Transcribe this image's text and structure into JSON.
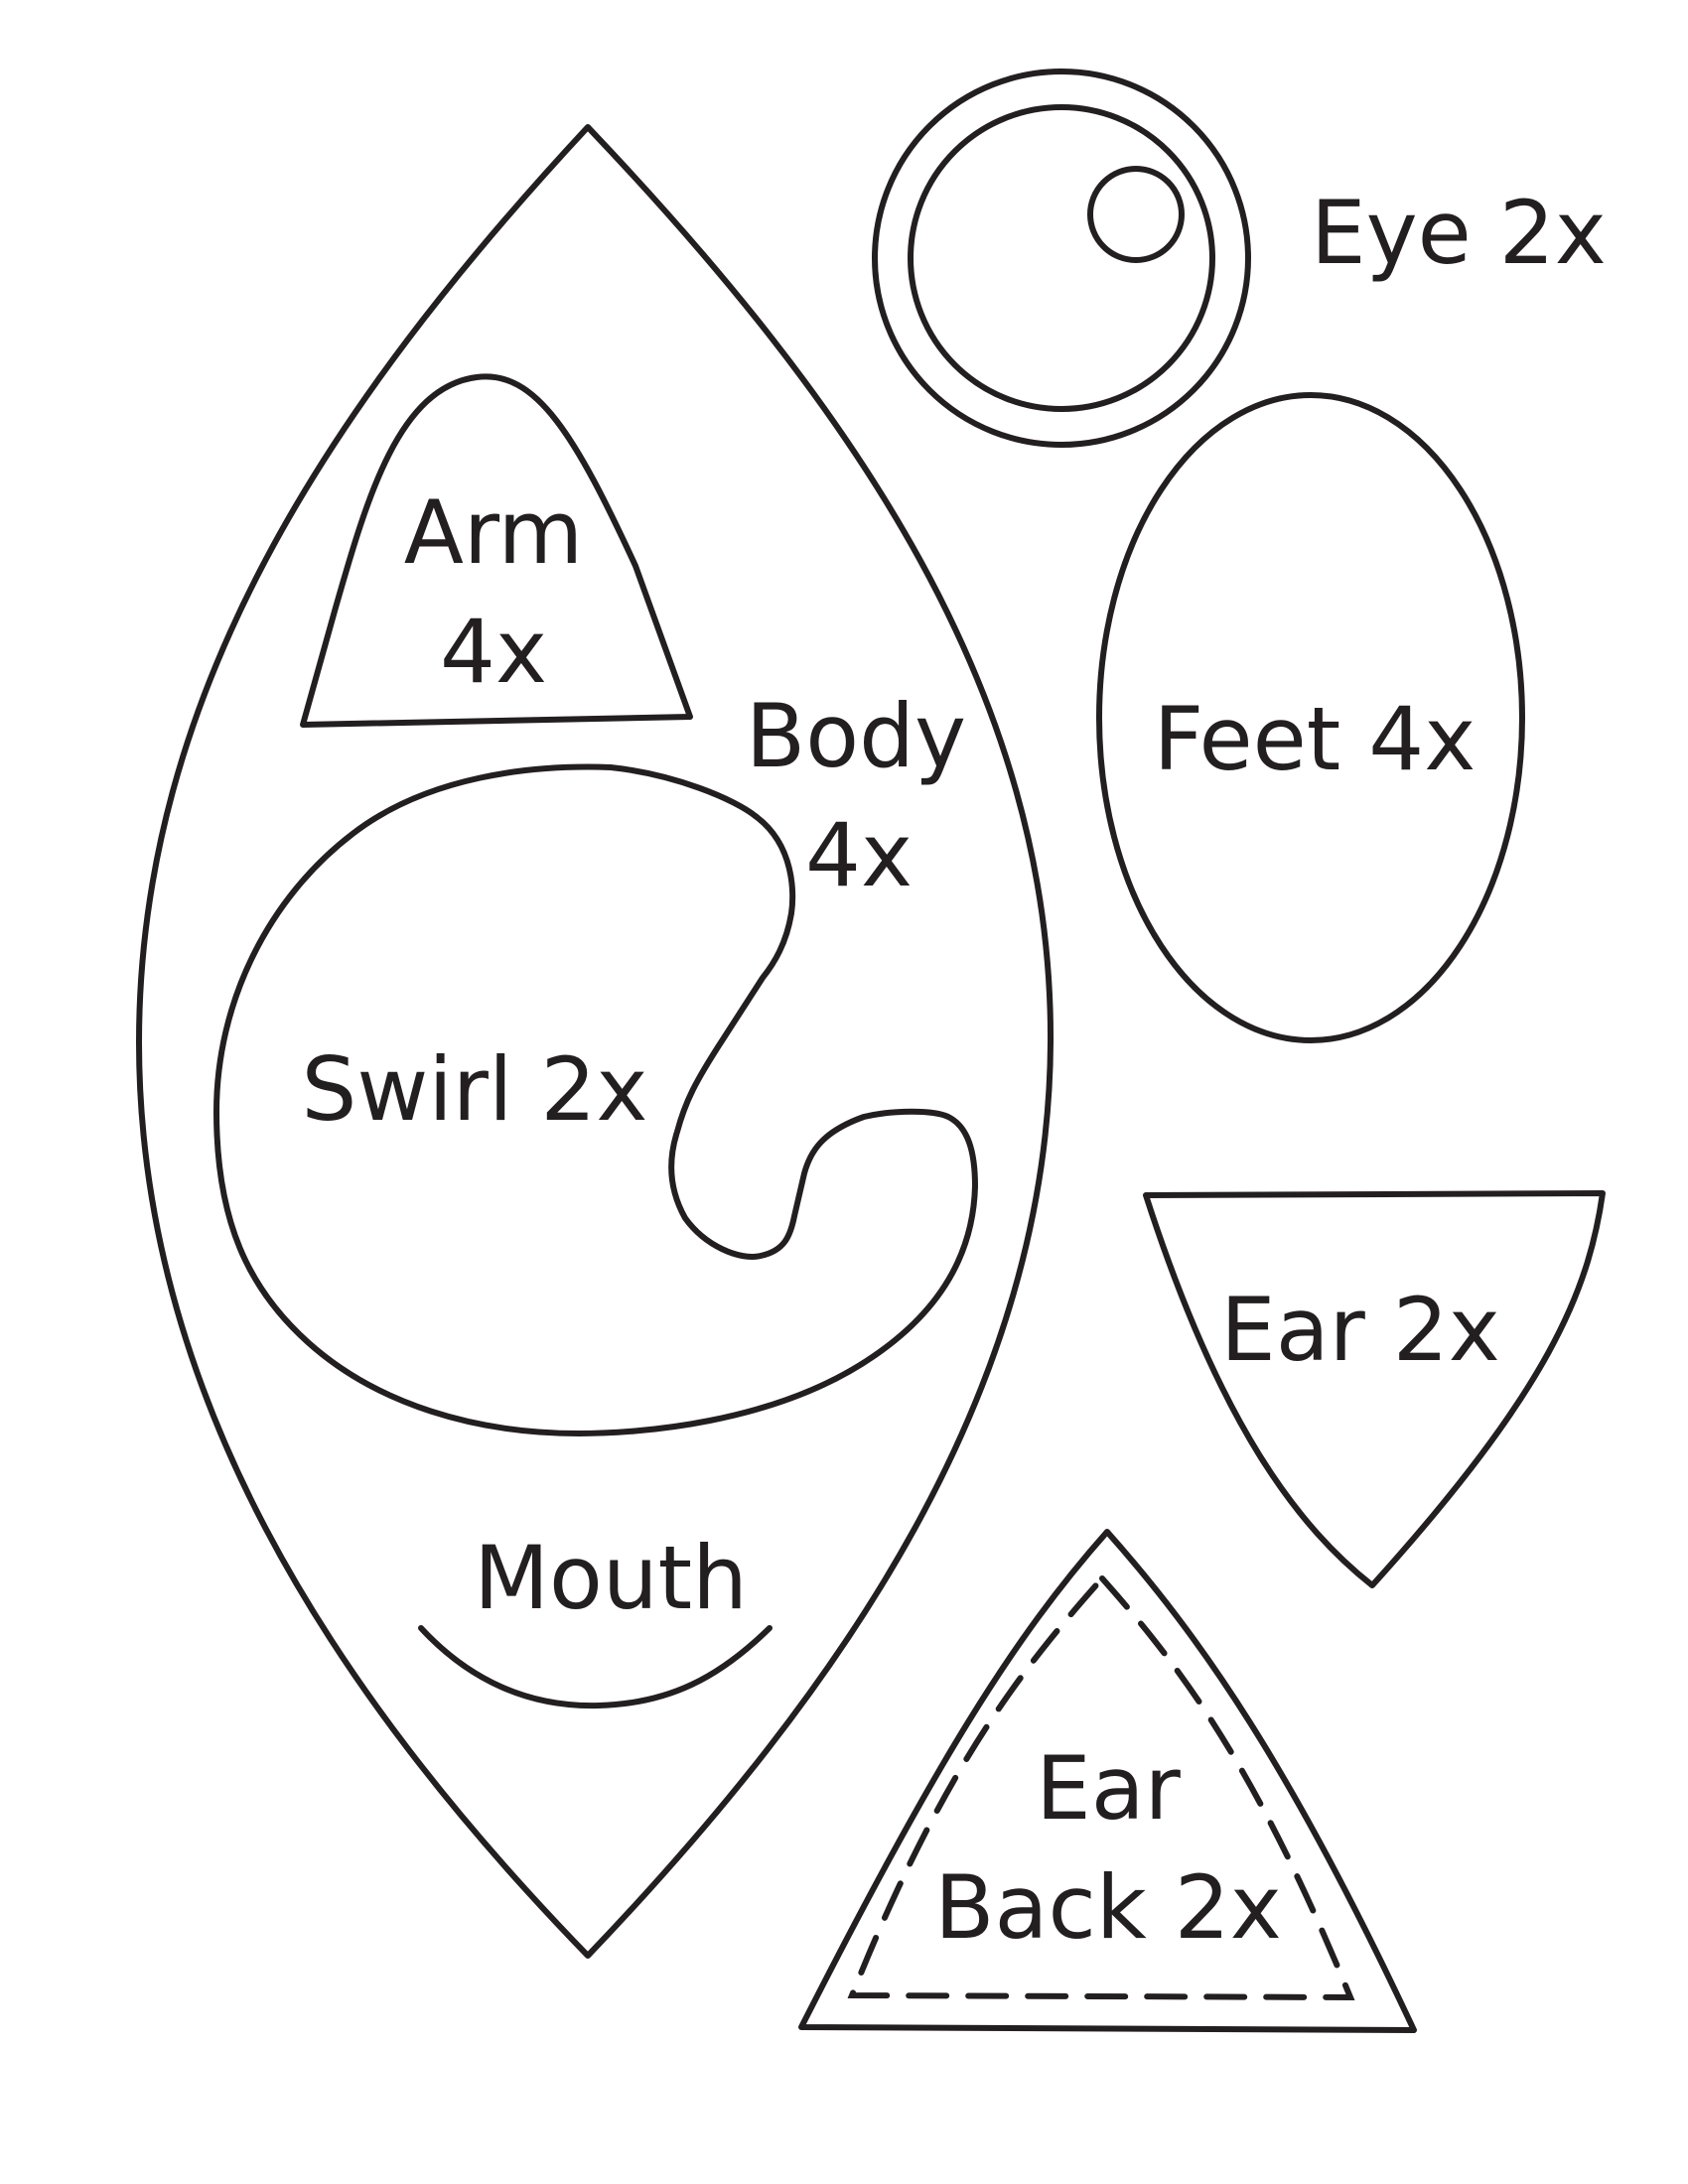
{
  "pieces": {
    "eye": {
      "label": "Eye 2x"
    },
    "arm": {
      "label_line1": "Arm",
      "label_line2": "4x"
    },
    "body": {
      "label_line1": "Body",
      "label_line2": "4x"
    },
    "feet": {
      "label": "Feet 4x"
    },
    "swirl": {
      "label": "Swirl 2x"
    },
    "ear": {
      "label": "Ear 2x"
    },
    "mouth": {
      "label": "Mouth"
    },
    "ear_back": {
      "label_line1": "Ear",
      "label_line2": "Back 2x"
    }
  },
  "colors": {
    "ink": "#231f20",
    "paper": "#ffffff"
  }
}
